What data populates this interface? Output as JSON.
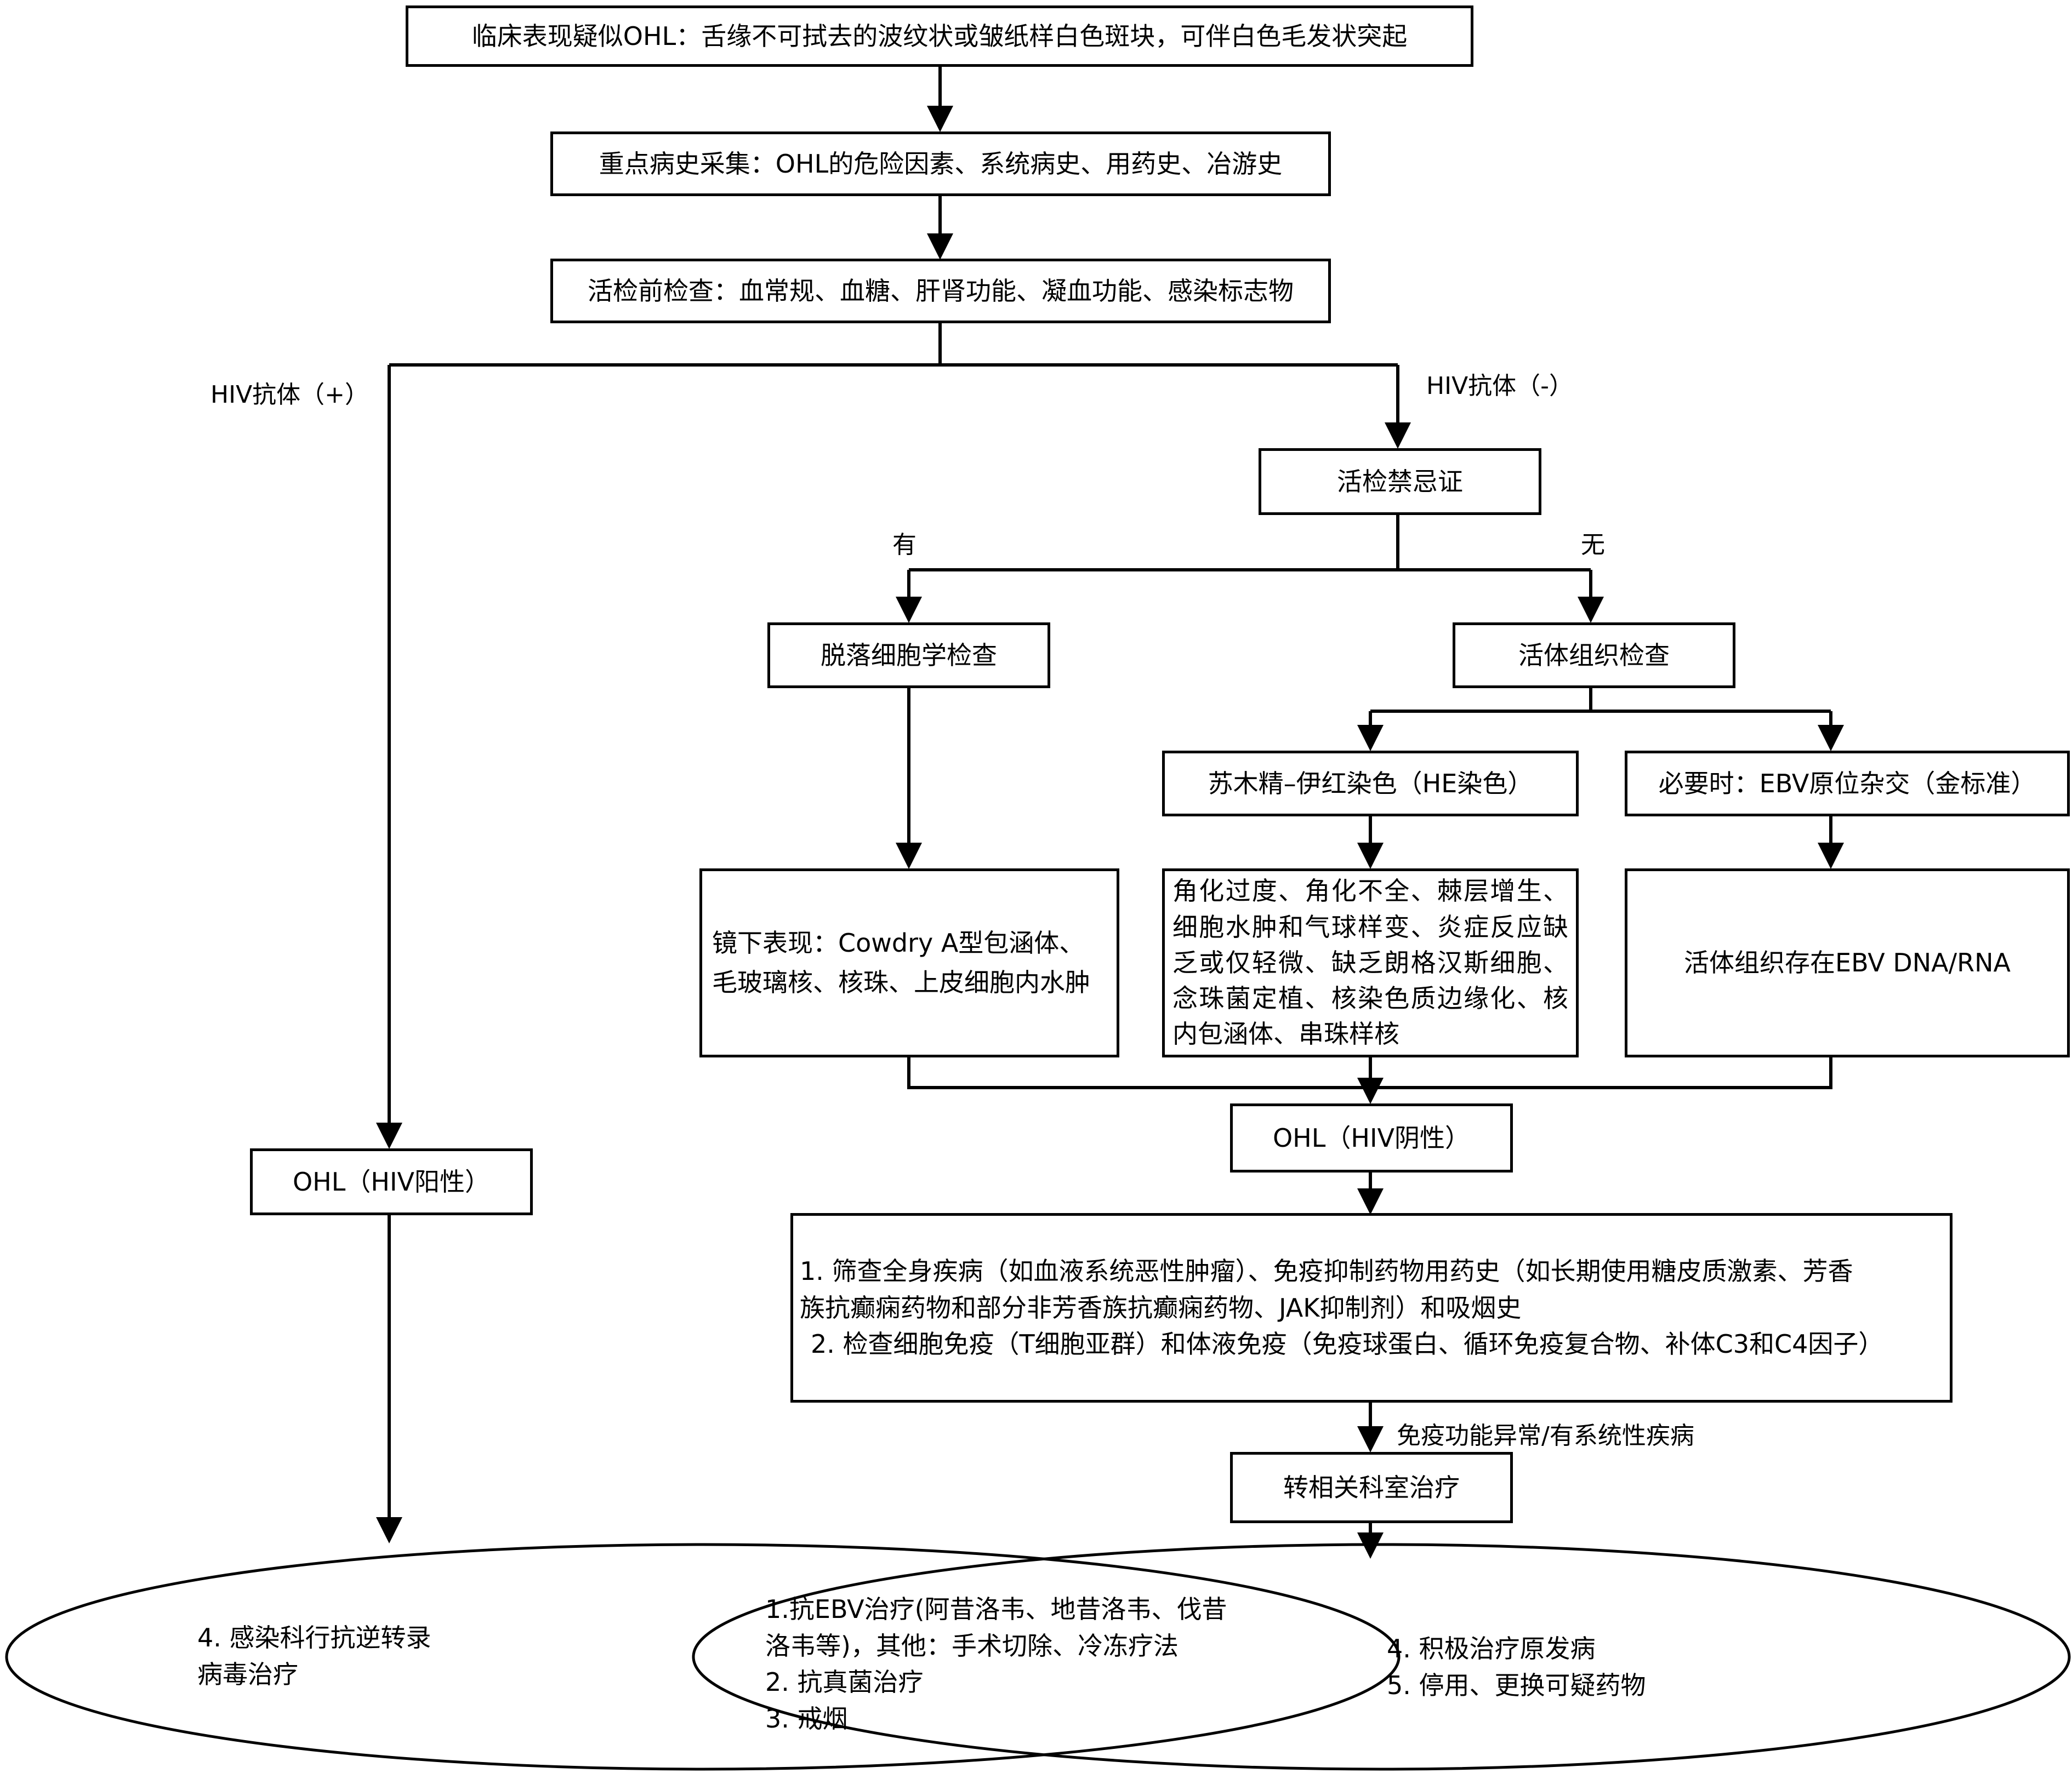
{
  "nodes": {
    "clinical": "临床表现疑似OHL：舌缘不可拭去的波纹状或皱纸样白色斑块，可伴白色毛发状突起",
    "history": "重点病史采集：OHL的危险因素、系统病史、用药史、冶游史",
    "prebiopsy": "活检前检查：血常规、血糖、肝肾功能、凝血功能、感染标志物",
    "contra": "活检禁忌证",
    "cytology": "脱落细胞学检查",
    "biopsy": "活体组织检查",
    "he": "苏木精–伊红染色（HE染色）",
    "ebv_ish": "必要时：EBV原位杂交（金标准）",
    "micro": "镜下表现：Cowdry A型包涵体、毛玻璃核、核珠、上皮细胞内水肿",
    "he_findings": "角化过度、角化不全、棘层增生、细胞水肿和气球样变、炎症反应缺乏或仅轻微、缺乏朗格汉斯细胞、念珠菌定植、核染色质边缘化、核内包涵体、串珠样核",
    "ebv_result": "活体组织存在EBV DNA/RNA",
    "ohl_neg": "OHL（HIV阴性）",
    "ohl_pos": "OHL（HIV阳性）",
    "screen_1": "1. 筛查全身疾病（如血液系统恶性肿瘤）、免疫抑制药物用药史（如长期使用糖皮质激素、芳香",
    "screen_2": "族抗癫痫药物和部分非芳香族抗癫痫药物、JAK抑制剂）和吸烟史",
    "screen_3": "2. 检查细胞免疫（T细胞亚群）和体液免疫（免疫球蛋白、循环免疫复合物、补体C3和C4因子）",
    "referral": "转相关科室治疗"
  },
  "edge_labels": {
    "hiv_pos": "HIV抗体（+）",
    "hiv_neg": "HIV抗体（-）",
    "yes": "有",
    "no": "无",
    "immune": "免疫功能异常/有系统性疾病"
  },
  "venn": {
    "left": [
      "4. 感染科行抗逆转录",
      "病毒治疗"
    ],
    "center": [
      "1.抗EBV治疗(阿昔洛韦、地昔洛韦、伐昔",
      "洛韦等)，其他：手术切除、冷冻疗法",
      "2. 抗真菌治疗",
      "3. 戒烟"
    ],
    "right": [
      "4. 积极治疗原发病",
      "5. 停用、更换可疑药物"
    ]
  }
}
